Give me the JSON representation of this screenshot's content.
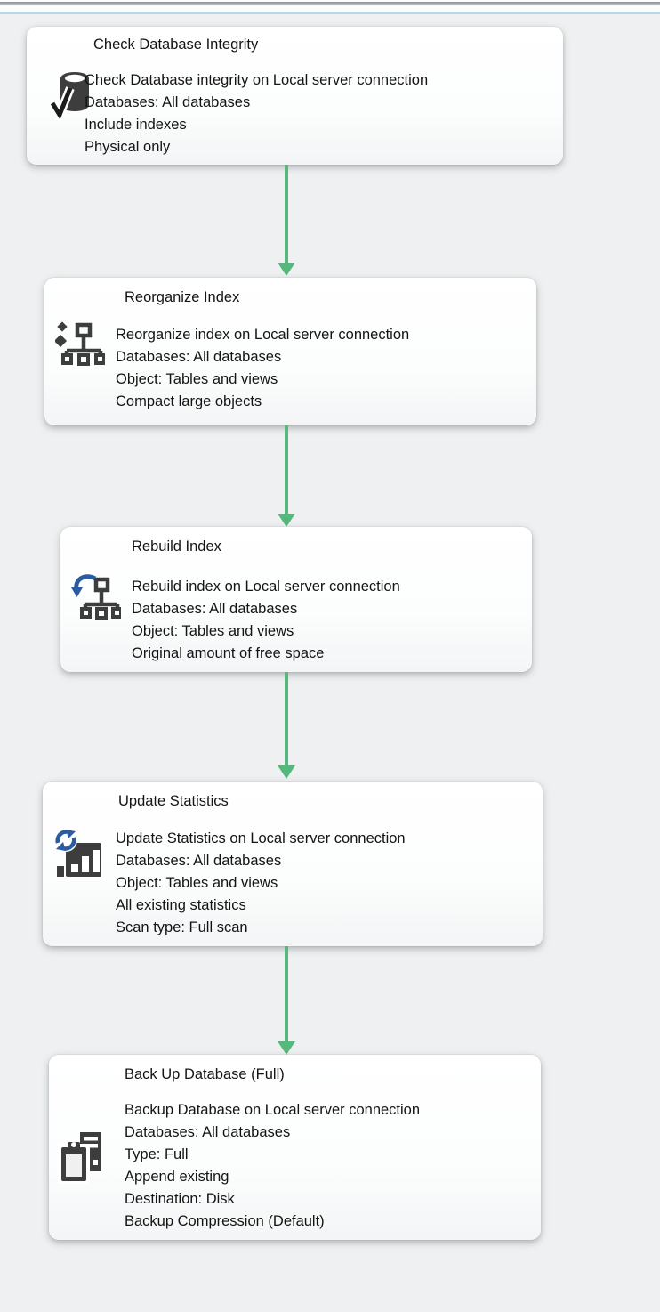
{
  "theme": {
    "surface_bg": "#eef0f1",
    "card_bg": "#ffffff",
    "arrow_color": "#57b87c",
    "icon_dark": "#3d3d3d",
    "icon_blue": "#2b5ca0",
    "text_color": "#141414",
    "top_edge_gray": "#a0a4a8",
    "top_edge_blue": "#b3d9e8"
  },
  "tasks": [
    {
      "id": "check-database-integrity",
      "title": "Check Database Integrity",
      "icon": "database-check-icon",
      "lines": [
        "Check Database integrity on Local server connection",
        "Databases: All databases",
        "Include indexes",
        "Physical only"
      ]
    },
    {
      "id": "reorganize-index",
      "title": "Reorganize Index",
      "icon": "reorganize-index-icon",
      "lines": [
        "Reorganize index on Local server connection",
        "Databases: All databases",
        "Object: Tables and views",
        "Compact large objects"
      ]
    },
    {
      "id": "rebuild-index",
      "title": "Rebuild Index",
      "icon": "rebuild-index-icon",
      "lines": [
        "Rebuild index on Local server connection",
        "Databases: All databases",
        "Object: Tables and views",
        "Original amount of free space"
      ]
    },
    {
      "id": "update-statistics",
      "title": "Update Statistics",
      "icon": "update-statistics-icon",
      "lines": [
        "Update Statistics on Local server connection",
        "Databases: All databases",
        "Object: Tables and views",
        "All existing statistics",
        "Scan type: Full scan"
      ]
    },
    {
      "id": "back-up-database-full",
      "title": "Back Up Database (Full)",
      "icon": "backup-database-icon",
      "lines": [
        "Backup Database on Local server connection",
        "Databases: All databases",
        "Type: Full",
        "Append existing",
        "Destination: Disk",
        "Backup Compression (Default)"
      ]
    }
  ]
}
